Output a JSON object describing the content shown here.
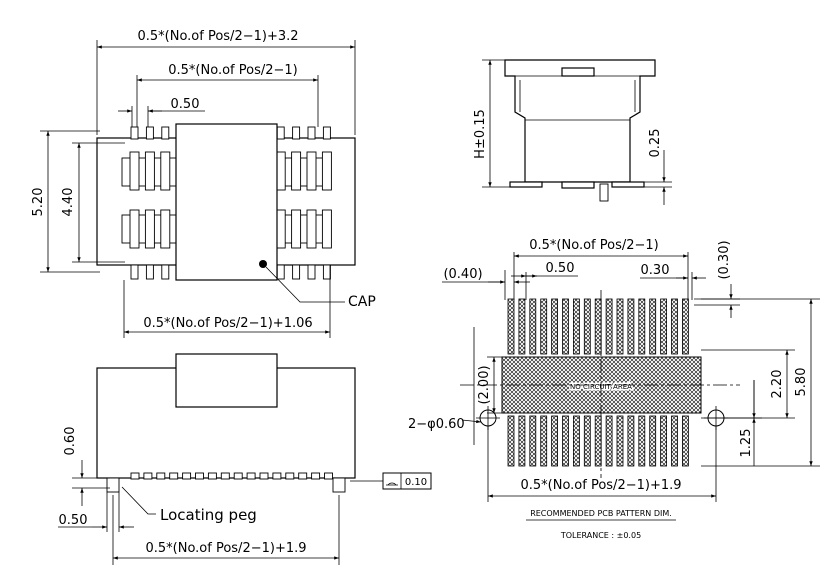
{
  "top_view": {
    "dim_overall_width": "0.5*(No.of Pos/2−1)+3.2",
    "dim_pin_span": "0.5*(No.of Pos/2−1)",
    "dim_pitch": "0.50",
    "dim_height_outer": "5.20",
    "dim_height_inner": "4.40",
    "dim_bottom_span": "0.5*(No.of Pos/2−1)+1.06",
    "cap_label": "CAP"
  },
  "side_view": {
    "dim_height": "H±0.15",
    "dim_standoff": "0.25"
  },
  "front_view": {
    "dim_height": "0.60",
    "dim_pitch": "0.50",
    "locating_peg_label": "Locating peg",
    "dim_overall": "0.5*(No.of Pos/2−1)+1.9",
    "flatness_value": "0.10"
  },
  "pcb_pattern": {
    "dim_pin_span": "0.5*(No.of Pos/2−1)",
    "dim_pad_offset": "(0.40)",
    "dim_pitch": "0.50",
    "dim_pad_width": "0.30",
    "dim_pad_clear": "(0.30)",
    "dim_keepout": "(2.00)",
    "keepout_label": "NO CIRCUIT AREA",
    "hole_label": "2−φ0.60",
    "dim_inner_span": "2.20",
    "dim_overall_height": "5.80",
    "dim_hole_offset": "1.25",
    "dim_overall": "0.5*(No.of Pos/2−1)+1.9",
    "pattern_title": "RECOMMENDED PCB PATTERN DIM.",
    "tolerance": "TOLERANCE : ±0.05"
  }
}
